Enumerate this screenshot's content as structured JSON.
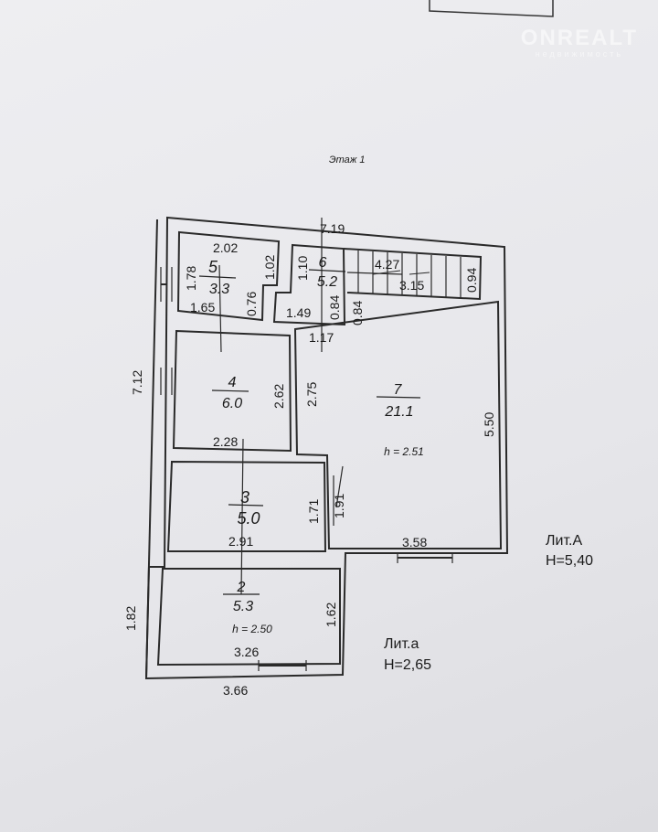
{
  "watermark": {
    "brand": "ONREALT",
    "tagline": "недвижимость"
  },
  "floor_title": "Этаж 1",
  "rooms": [
    {
      "number": "2",
      "area": "5.3",
      "height": "h = 2.50"
    },
    {
      "number": "3",
      "area": "5.0"
    },
    {
      "number": "4",
      "area": "6.0"
    },
    {
      "number": "5",
      "area": "3.3"
    },
    {
      "number": "6",
      "area": "5.2"
    },
    {
      "number": "7",
      "area": "21.1",
      "height": "h = 2.51"
    }
  ],
  "dimensions": {
    "top_total": "7.19",
    "left_total": "7.12",
    "right_7": "5.50",
    "r5_top": "2.02",
    "r5_left": "1.78",
    "r5_right": "1.02",
    "r5_inner": "0.76",
    "r5_bottom": "1.65",
    "r6_left": "1.10",
    "r6_bottom": "1.49",
    "r6_right": "0.84",
    "r6_bottom2": "1.17",
    "stair_1": "4.27",
    "stair_2": "3.15",
    "stair_right": "0.94",
    "stair_left": "0.84",
    "r4_right": "2.62",
    "r4_bottom": "2.28",
    "r7_left": "2.75",
    "r3_right": "1.71",
    "r3_right2": "1.91",
    "r3_bottom": "2.91",
    "r7_bottom": "3.58",
    "r2_left": "1.82",
    "r2_right": "1.62",
    "r2_bottom": "3.26",
    "r2_total": "3.66"
  },
  "liters": [
    {
      "name": "Лит.А",
      "height": "H=5,40"
    },
    {
      "name": "Лит.а",
      "height": "H=2,65"
    }
  ]
}
